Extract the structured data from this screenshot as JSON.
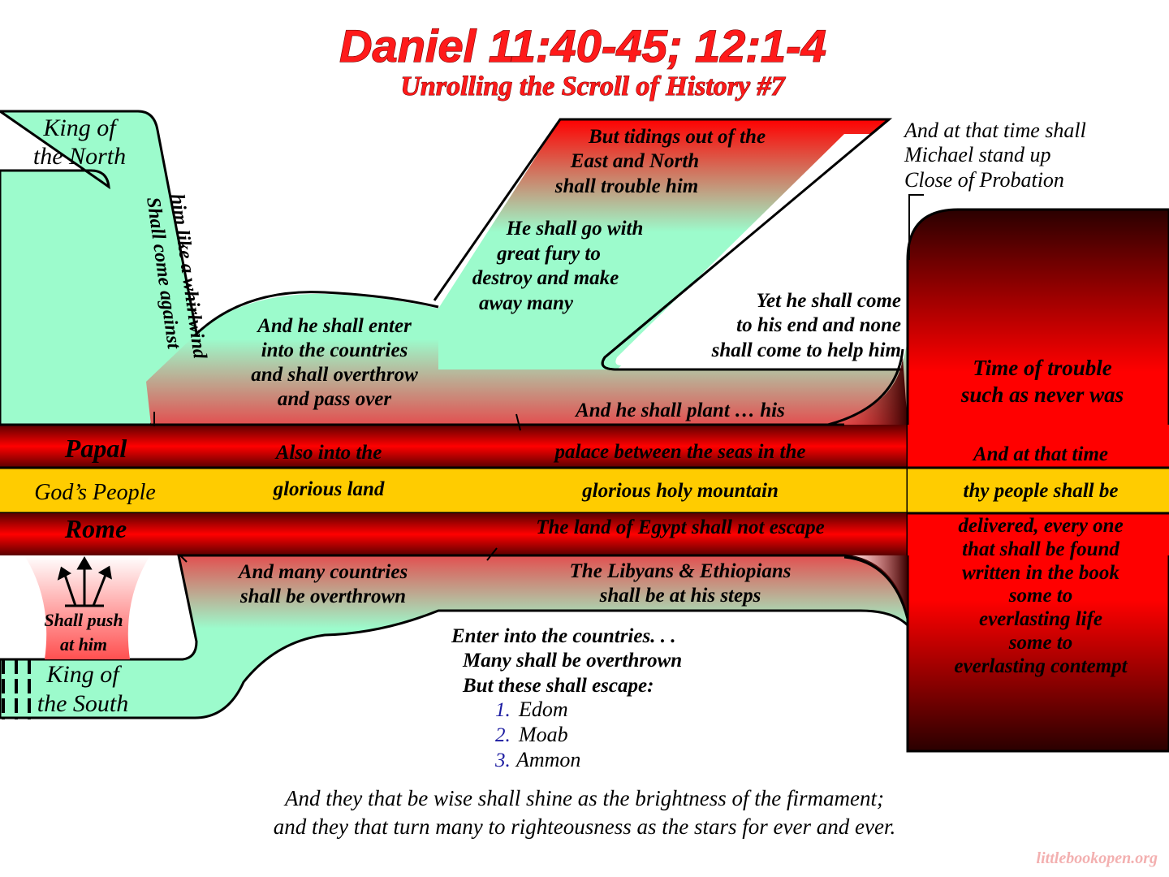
{
  "header": {
    "title": "Daniel 11:40-45; 12:1-4",
    "subtitle": "Unrolling the Scroll of History #7"
  },
  "bands": {
    "papal": "Papal",
    "gods_people": "God’s People",
    "rome": "Rome",
    "papal_band": [
      "Also into the",
      "palace between the seas in the",
      "And at that time"
    ],
    "yellow_band": [
      "glorious land",
      "glorious holy mountain",
      "thy people shall be"
    ],
    "rome_band": [
      "The land of Egypt shall not escape"
    ]
  },
  "north": {
    "label": [
      "King of",
      "the North"
    ],
    "whirlwind": [
      "Shall come against",
      "him like a whirlwind"
    ],
    "enter": [
      "And he shall enter",
      "into the countries",
      "and shall overthrow",
      "and pass over"
    ],
    "tidings": [
      "But tidings out of the",
      "East and North",
      "shall trouble him"
    ],
    "fury": [
      "He shall go with",
      "great fury to",
      "destroy and make",
      "away many"
    ],
    "end": [
      "Yet he shall come",
      "to his end and none",
      "shall come to help him"
    ],
    "plant": "And he shall plant …  his"
  },
  "south": {
    "label": [
      "King of",
      "the South"
    ],
    "push": [
      "Shall push",
      "at him"
    ],
    "many": [
      "And many countries",
      "shall be overthrown"
    ],
    "libyans": [
      "The Libyans & Ethiopians",
      "shall be at his steps"
    ]
  },
  "michael": [
    "And at that time shall",
    "Michael stand up",
    "Close of Probation"
  ],
  "trouble": {
    "heading": [
      "Time of trouble",
      "such as never was"
    ],
    "delivered": [
      "delivered, every one",
      "that shall be found",
      "written in the book",
      "some to",
      "everlasting life",
      "some to",
      "everlasting contempt"
    ]
  },
  "escape": {
    "lines": [
      "Enter into the countries. . .",
      "Many shall be overthrown",
      "But these shall escape:"
    ],
    "items": [
      {
        "num": "1.",
        "name": "Edom"
      },
      {
        "num": "2.",
        "name": "Moab"
      },
      {
        "num": "3.",
        "name": "Ammon"
      }
    ]
  },
  "footer": {
    "verse": [
      "And they that be wise shall shine as the brightness of the firmament;",
      "and they that turn many to righteousness as the stars for ever and ever."
    ],
    "site": "littlebookopen.org"
  },
  "colors": {
    "mint": "#9cfbcc",
    "red": "#ff0000",
    "dark_red": "#6a0000",
    "yellow": "#ffcc00",
    "title_red": "#ff1a1a"
  }
}
